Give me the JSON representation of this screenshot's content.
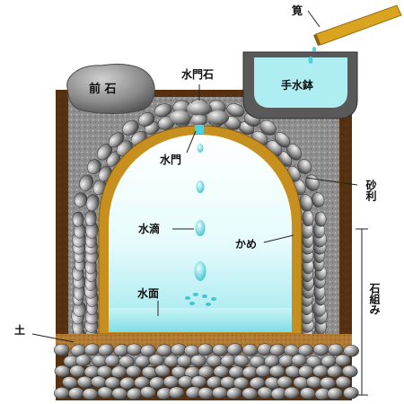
{
  "labels": {
    "kakei": "筧",
    "maeishi": "前 石",
    "suimonseki": "水門石",
    "chozubachi": "手水鉢",
    "suimon": "水門",
    "jari": "砂利",
    "suiteki": "水滴",
    "kame": "かめ",
    "suimen": "水面",
    "ishigumi": "石組み",
    "tsuchi": "土"
  },
  "colors": {
    "soil": "#5a3212",
    "gravel": "#8f8f8f",
    "jar_rim": "#c7901e",
    "water": "#aeeef2",
    "bamboo": "#d9a520",
    "basin": "#555555",
    "stone": "#9a9a9a"
  }
}
